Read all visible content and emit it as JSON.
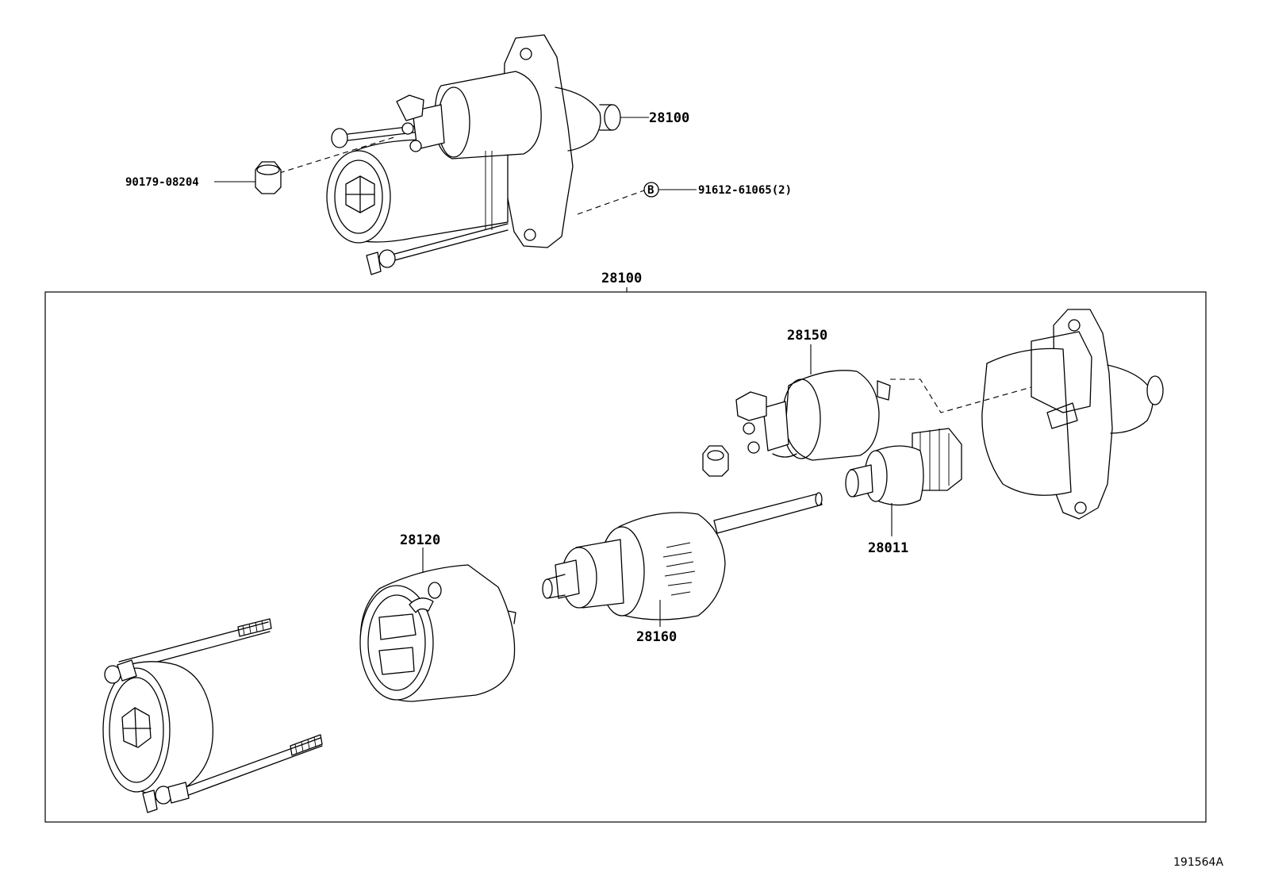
{
  "diagram": {
    "labels": {
      "starter_top": "28100",
      "nut": "90179-08204",
      "bolt": "91612-61065(2)",
      "bolt_marker": "B",
      "kit_frame": "28100",
      "solenoid": "28150",
      "yoke": "28120",
      "armature": "28160",
      "clutch": "28011"
    },
    "reference_code": "191564A"
  }
}
